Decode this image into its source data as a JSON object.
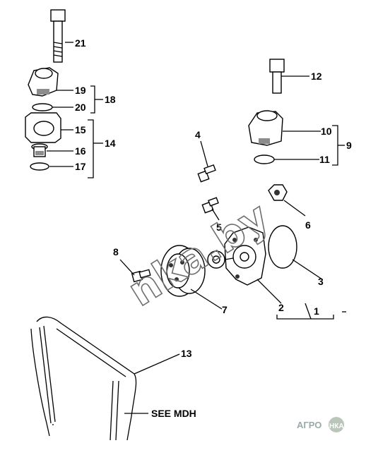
{
  "callouts": {
    "c1": "1",
    "c2": "2",
    "c3": "3",
    "c4": "4",
    "c5": "5",
    "c6": "6",
    "c7": "7",
    "c8": "8",
    "c9": "9",
    "c10": "10",
    "c11": "11",
    "c12": "12",
    "c13": "13",
    "c14": "14",
    "c15": "15",
    "c16": "16",
    "c17": "17",
    "c18": "18",
    "c19": "19",
    "c20": "20",
    "c21": "21"
  },
  "note": "SEE MDH",
  "watermark": "nka.by",
  "logo": {
    "left": "АГРО",
    "right": "НКА"
  },
  "colors": {
    "line": "#000000",
    "watermark": "#6e6e6e",
    "logo": "#9aa0a0"
  }
}
